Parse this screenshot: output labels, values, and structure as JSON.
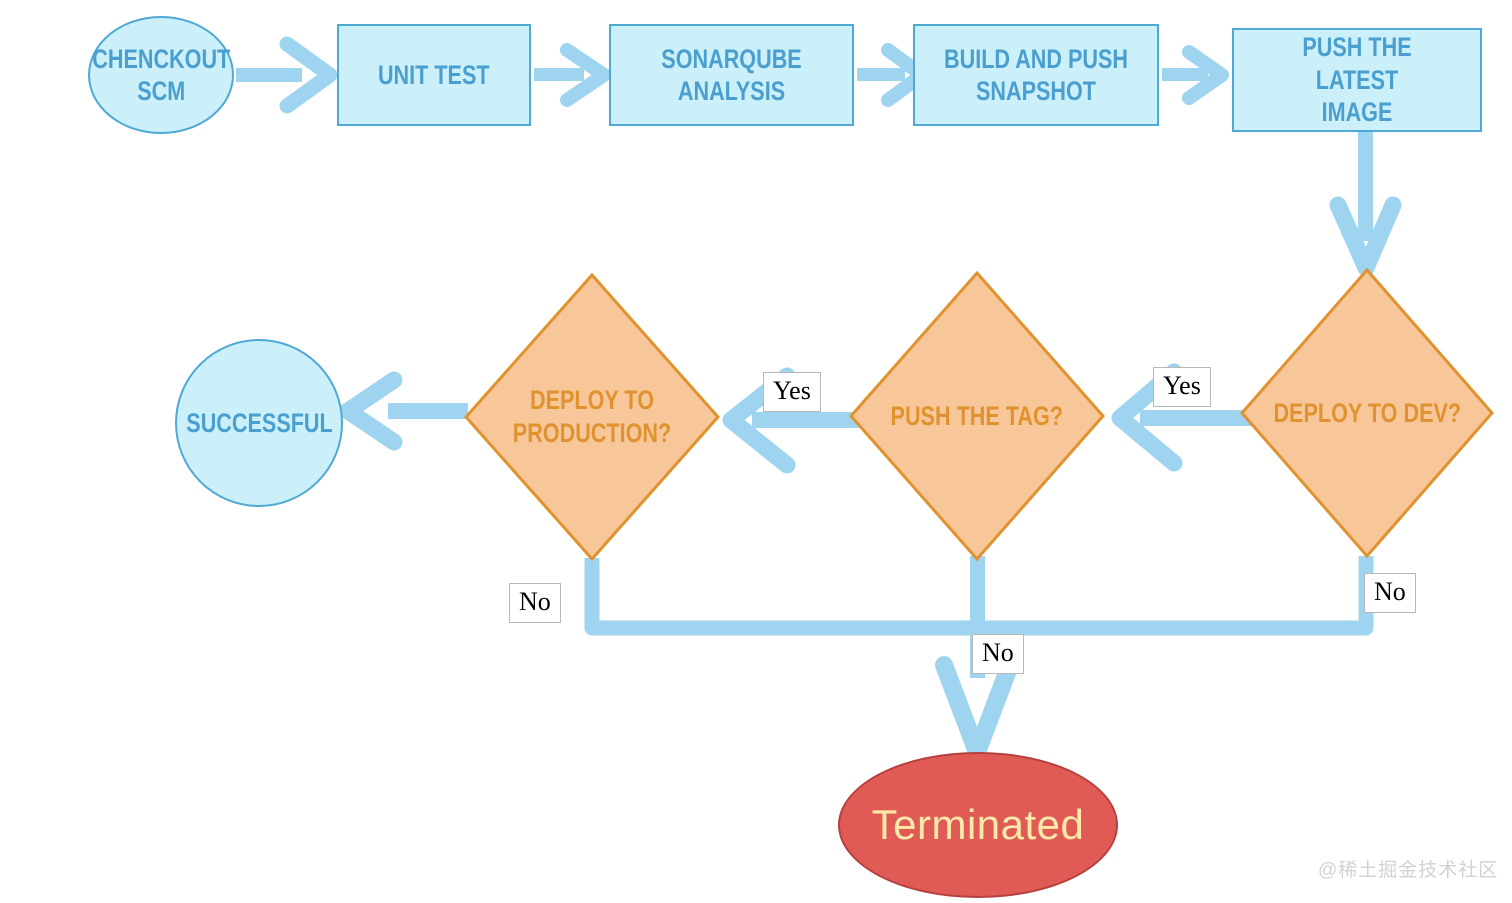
{
  "diagram": {
    "title": "CI/CD Pipeline Flowchart",
    "background": "#ffffff",
    "colors": {
      "process_fill": "#cbf0f9",
      "process_stroke": "#4fa8d6",
      "process_text": "#4a9fd0",
      "decision_fill": "#f7c79a",
      "decision_stroke": "#e0922f",
      "decision_text": "#e0922f",
      "arrow": "#9ed4f0",
      "terminated_fill": "#e15b56",
      "terminated_stroke": "#b5413d",
      "terminated_text": "#fde9a8",
      "label_border": "#b8b8b8",
      "label_text": "#000000",
      "watermark": "#d2d2d2"
    }
  },
  "nodes": {
    "checkout_scm": {
      "label": "CHENCKOUT\nSCM",
      "shape": "circle"
    },
    "unit_test": {
      "label": "UNIT TEST",
      "shape": "rectangle"
    },
    "sonarqube": {
      "label": "SONARQUBE ANALYSIS",
      "shape": "rectangle"
    },
    "build_push_snapshot": {
      "label": "BUILD AND PUSH\nSNAPSHOT",
      "shape": "rectangle"
    },
    "push_latest_image": {
      "label": "PUSH THE LATEST\nIMAGE",
      "shape": "rectangle"
    },
    "deploy_to_dev": {
      "label": "DEPLOY TO DEV?",
      "shape": "diamond"
    },
    "push_the_tag": {
      "label": "PUSH THE TAG?",
      "shape": "diamond"
    },
    "deploy_to_production": {
      "label": "DEPLOY TO\nPRODUCTION?",
      "shape": "diamond"
    },
    "successful": {
      "label": "SUCCESSFUL",
      "shape": "circle"
    },
    "terminated": {
      "label": "Terminated",
      "shape": "ellipse"
    }
  },
  "edge_labels": {
    "dev_yes": "Yes",
    "dev_no": "No",
    "tag_yes": "Yes",
    "tag_no": "No",
    "prod_no": "No"
  },
  "watermark": {
    "text": "@稀土掘金技术社区"
  }
}
